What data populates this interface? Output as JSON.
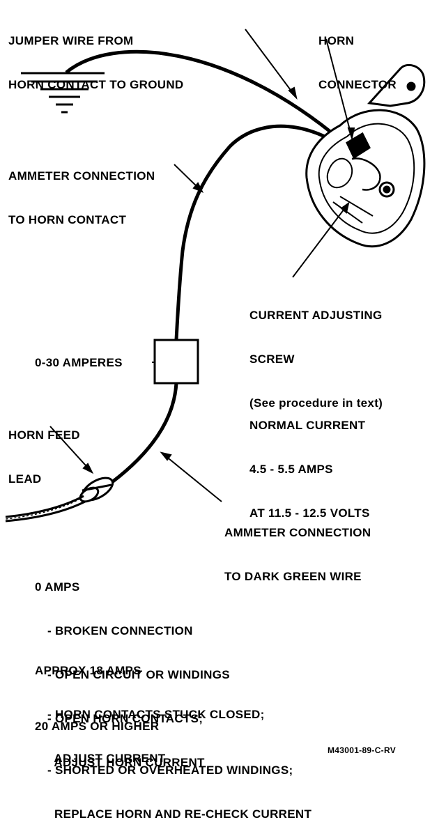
{
  "labels": {
    "jumper": [
      "JUMPER WIRE FROM",
      "HORN CONTACT TO GROUND"
    ],
    "horn_connector": [
      "HORN",
      "CONNECTOR"
    ],
    "ammeter_contact": [
      "AMMETER CONNECTION",
      "TO HORN CONTACT"
    ],
    "adjusting_screw": [
      "CURRENT ADJUSTING",
      "SCREW",
      "(See procedure in text)"
    ],
    "meter": "0-30 AMPERES",
    "normal_current": [
      "NORMAL CURRENT",
      "4.5 - 5.5 AMPS",
      "AT 11.5 - 12.5 VOLTS"
    ],
    "horn_feed": [
      "HORN FEED",
      "LEAD"
    ],
    "ammeter_green": [
      "AMMETER CONNECTION",
      "TO DARK GREEN WIRE"
    ]
  },
  "diagnosis": [
    {
      "heading": "0 AMPS",
      "items": [
        "- BROKEN CONNECTION",
        "- OPEN CIRCUIT OR WINDINGS",
        "- OPEN HORN CONTACTS;",
        "  ADJUST HORN CURRENT"
      ]
    },
    {
      "heading": "APPROX 18 AMPS",
      "items": [
        "- HORN CONTACTS STUCK CLOSED;",
        "  ADJUST CURRENT"
      ]
    },
    {
      "heading": "20 AMPS OR HIGHER",
      "items": [
        "- SHORTED OR OVERHEATED WINDINGS;",
        "  REPLACE HORN AND RE-CHECK CURRENT"
      ]
    }
  ],
  "figure_id": "M43001-89-C-RV"
}
